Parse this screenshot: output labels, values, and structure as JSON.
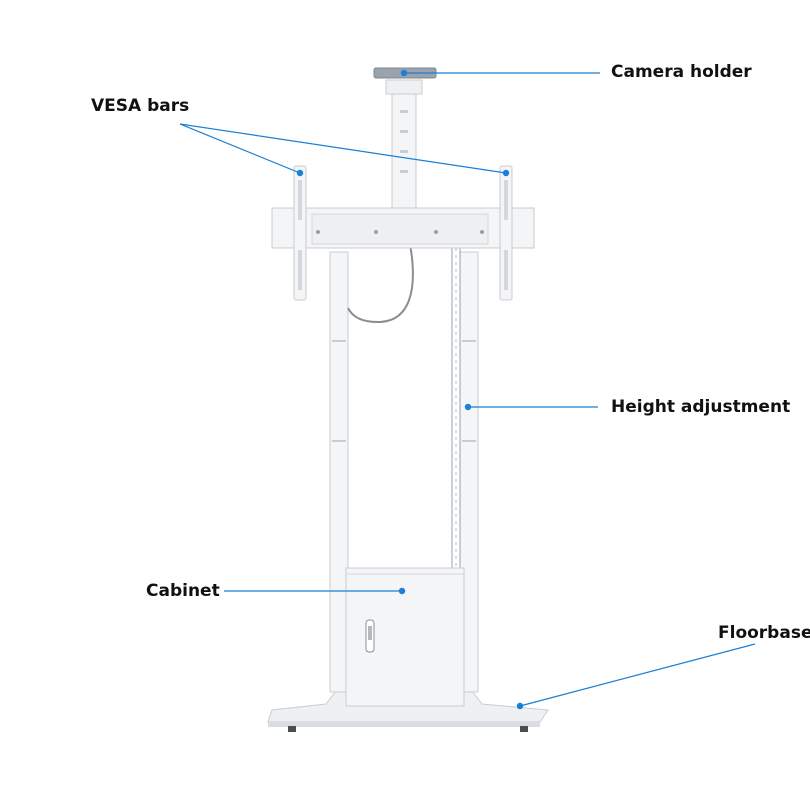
{
  "labels": {
    "camera_holder": "Camera holder",
    "vesa_bars": "VESA bars",
    "height_adjustment": "Height adjustment",
    "cabinet": "Cabinet",
    "floorbase": "Floorbase"
  },
  "colors": {
    "callout": "#1a7fd6",
    "stand": "#f4f5f7",
    "stand_edge": "#c9ccd1",
    "shadow": "#e3e5e8",
    "cable": "#8a8d92",
    "camera_top": "#9aa3ad",
    "feet": "#4a4d52"
  }
}
